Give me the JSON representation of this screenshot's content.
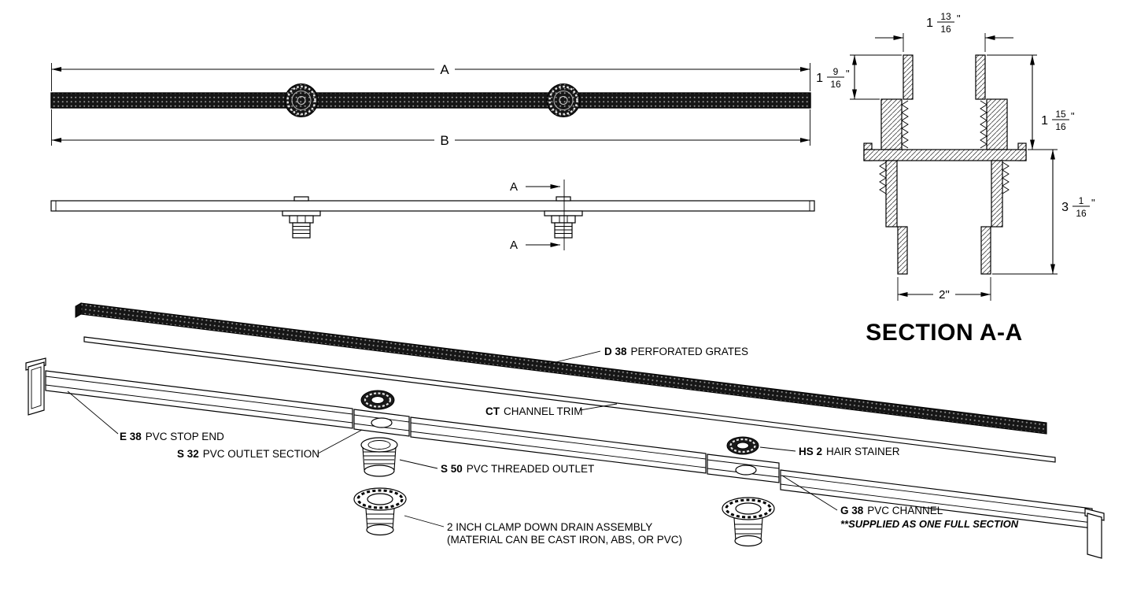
{
  "plan_view": {
    "dim_a": "A",
    "dim_b": "B"
  },
  "side_view": {
    "cut_label_top": "A",
    "cut_label_bottom": "A"
  },
  "section_detail": {
    "title": "SECTION A-A",
    "dims": {
      "top": {
        "whole": "1",
        "num": "13",
        "den": "16",
        "unit": "\""
      },
      "left": {
        "whole": "1",
        "num": "9",
        "den": "16",
        "unit": "\""
      },
      "right_upper": {
        "whole": "1",
        "num": "15",
        "den": "16",
        "unit": "\""
      },
      "right_lower": {
        "whole": "3",
        "num": "1",
        "den": "16",
        "unit": "\""
      },
      "bottom": "2\""
    }
  },
  "exploded_view": {
    "labels": {
      "grates_code": "D 38",
      "grates_text": "PERFORATED GRATES",
      "trim_code": "CT",
      "trim_text": "CHANNEL TRIM",
      "stop_end_code": "E 38",
      "stop_end_text": "PVC STOP END",
      "outlet_section_code": "S 32",
      "outlet_section_text": "PVC OUTLET SECTION",
      "threaded_outlet_code": "S 50",
      "threaded_outlet_text": "PVC THREADED OUTLET",
      "hair_strainer_code": "HS 2",
      "hair_strainer_text": "HAIR STAINER",
      "drain_line1": "2 INCH CLAMP DOWN DRAIN ASSEMBLY",
      "drain_line2": "(MATERIAL CAN BE CAST IRON, ABS, OR PVC)",
      "channel_code": "G 38",
      "channel_text": "PVC CHANNEL",
      "channel_note": "**SUPPLIED AS ONE FULL SECTION"
    }
  },
  "colors": {
    "line": "#000000",
    "background": "#ffffff",
    "grate_fill": "#161616"
  }
}
